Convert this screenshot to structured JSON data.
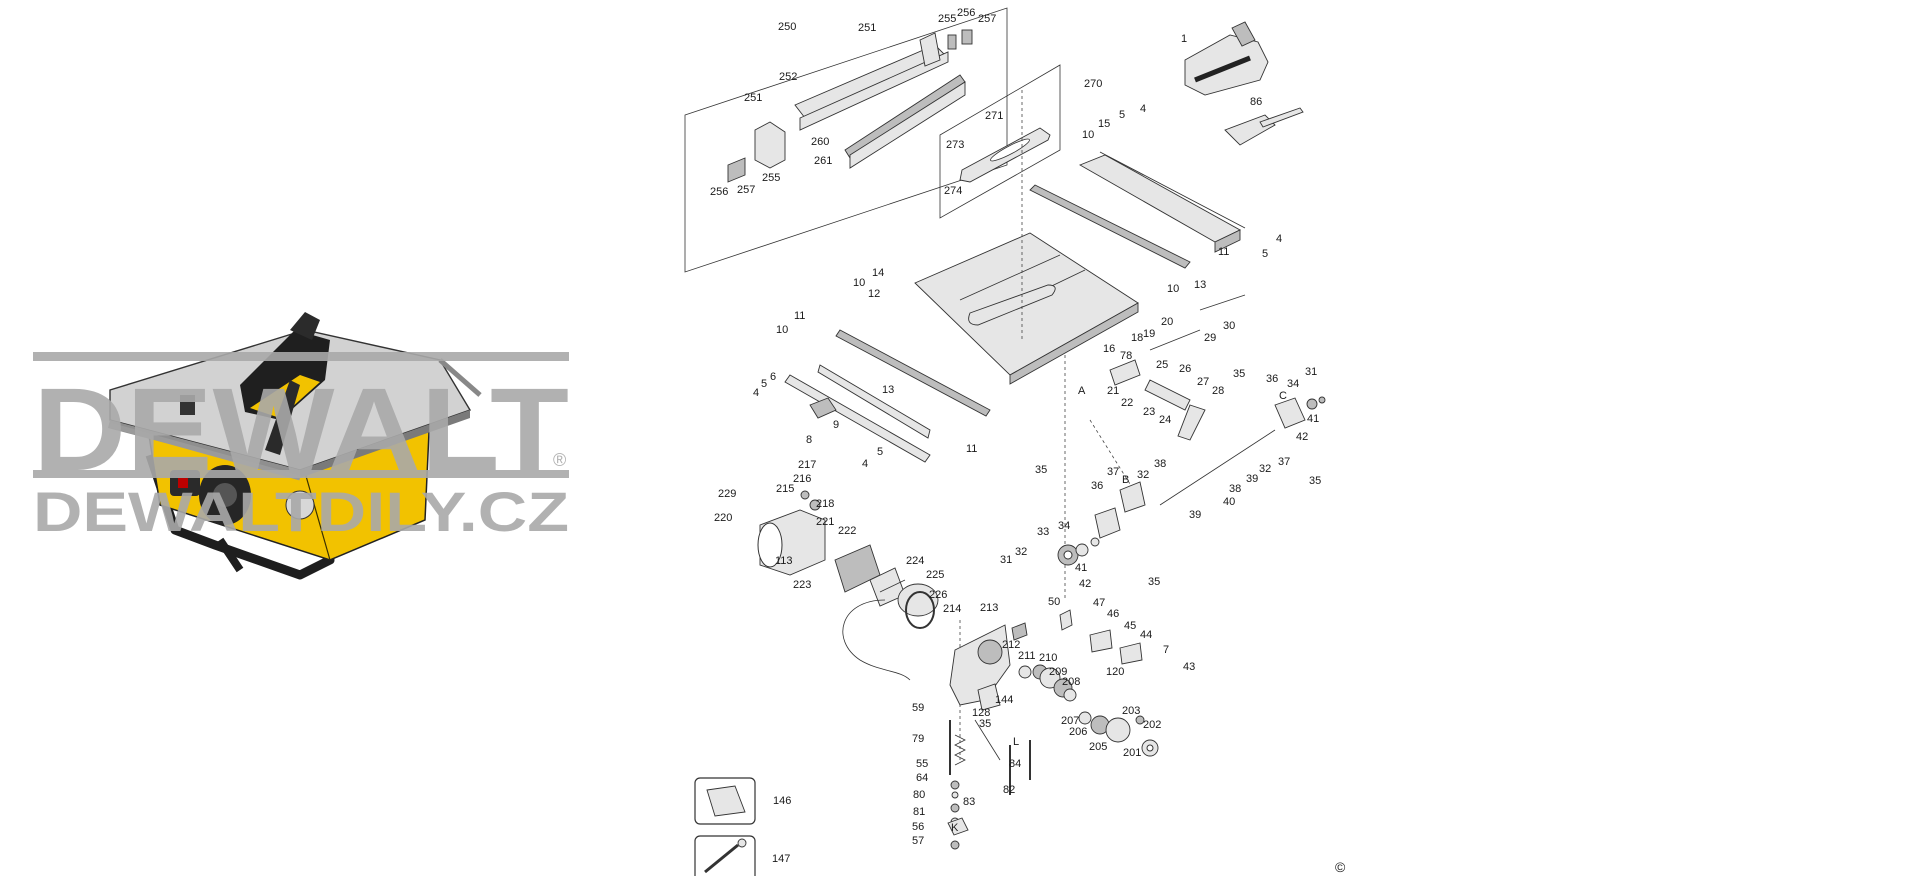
{
  "watermark": {
    "brand": "DEWALT",
    "registered": "®",
    "site": "DEWALTDILY.CZ"
  },
  "copyright_mark": "©",
  "colors": {
    "brand_yellow": "#F2C200",
    "watermark_gray": "#A9A9A9",
    "line": "#333333"
  },
  "labels": [
    {
      "text": "250"
    },
    {
      "text": "251"
    },
    {
      "text": "255"
    },
    {
      "text": "256"
    },
    {
      "text": "257"
    },
    {
      "text": "252"
    },
    {
      "text": "251"
    },
    {
      "text": "260"
    },
    {
      "text": "261"
    },
    {
      "text": "256"
    },
    {
      "text": "257"
    },
    {
      "text": "255"
    },
    {
      "text": "270"
    },
    {
      "text": "271"
    },
    {
      "text": "273"
    },
    {
      "text": "274"
    },
    {
      "text": "1"
    },
    {
      "text": "86"
    },
    {
      "text": "10"
    },
    {
      "text": "15"
    },
    {
      "text": "5"
    },
    {
      "text": "4"
    },
    {
      "text": "4"
    },
    {
      "text": "5"
    },
    {
      "text": "11"
    },
    {
      "text": "13"
    },
    {
      "text": "10"
    },
    {
      "text": "14"
    },
    {
      "text": "10"
    },
    {
      "text": "12"
    },
    {
      "text": "11"
    },
    {
      "text": "10"
    },
    {
      "text": "6"
    },
    {
      "text": "5"
    },
    {
      "text": "4"
    },
    {
      "text": "13"
    },
    {
      "text": "9"
    },
    {
      "text": "8"
    },
    {
      "text": "11"
    },
    {
      "text": "5"
    },
    {
      "text": "4"
    },
    {
      "text": "20"
    },
    {
      "text": "30"
    },
    {
      "text": "19"
    },
    {
      "text": "18"
    },
    {
      "text": "29"
    },
    {
      "text": "16"
    },
    {
      "text": "78"
    },
    {
      "text": "A"
    },
    {
      "text": "21"
    },
    {
      "text": "22"
    },
    {
      "text": "25"
    },
    {
      "text": "26"
    },
    {
      "text": "27"
    },
    {
      "text": "28"
    },
    {
      "text": "23"
    },
    {
      "text": "24"
    },
    {
      "text": "35"
    },
    {
      "text": "36"
    },
    {
      "text": "34"
    },
    {
      "text": "31"
    },
    {
      "text": "C"
    },
    {
      "text": "41"
    },
    {
      "text": "42"
    },
    {
      "text": "32"
    },
    {
      "text": "37"
    },
    {
      "text": "38"
    },
    {
      "text": "39"
    },
    {
      "text": "40"
    },
    {
      "text": "35"
    },
    {
      "text": "35"
    },
    {
      "text": "37"
    },
    {
      "text": "B"
    },
    {
      "text": "32"
    },
    {
      "text": "38"
    },
    {
      "text": "36"
    },
    {
      "text": "39"
    },
    {
      "text": "33"
    },
    {
      "text": "34"
    },
    {
      "text": "32"
    },
    {
      "text": "31"
    },
    {
      "text": "41"
    },
    {
      "text": "42"
    },
    {
      "text": "35"
    },
    {
      "text": "217"
    },
    {
      "text": "216"
    },
    {
      "text": "215"
    },
    {
      "text": "229"
    },
    {
      "text": "218"
    },
    {
      "text": "220"
    },
    {
      "text": "221"
    },
    {
      "text": "222"
    },
    {
      "text": "113"
    },
    {
      "text": "224"
    },
    {
      "text": "225"
    },
    {
      "text": "223"
    },
    {
      "text": "226"
    },
    {
      "text": "214"
    },
    {
      "text": "213"
    },
    {
      "text": "50"
    },
    {
      "text": "47"
    },
    {
      "text": "46"
    },
    {
      "text": "45"
    },
    {
      "text": "44"
    },
    {
      "text": "7"
    },
    {
      "text": "43"
    },
    {
      "text": "120"
    },
    {
      "text": "212"
    },
    {
      "text": "211"
    },
    {
      "text": "210"
    },
    {
      "text": "209"
    },
    {
      "text": "208"
    },
    {
      "text": "144"
    },
    {
      "text": "128"
    },
    {
      "text": "35"
    },
    {
      "text": "L"
    },
    {
      "text": "207"
    },
    {
      "text": "206"
    },
    {
      "text": "205"
    },
    {
      "text": "203"
    },
    {
      "text": "202"
    },
    {
      "text": "201"
    },
    {
      "text": "59"
    },
    {
      "text": "79"
    },
    {
      "text": "84"
    },
    {
      "text": "55"
    },
    {
      "text": "64"
    },
    {
      "text": "82"
    },
    {
      "text": "80"
    },
    {
      "text": "83"
    },
    {
      "text": "81"
    },
    {
      "text": "56"
    },
    {
      "text": "K"
    },
    {
      "text": "57"
    },
    {
      "text": "146"
    },
    {
      "text": "147"
    }
  ]
}
